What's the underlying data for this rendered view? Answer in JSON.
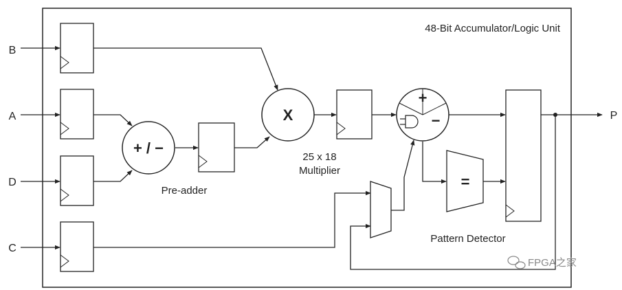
{
  "title": "48-Bit Accumulator/Logic Unit",
  "inputs": {
    "b": "B",
    "a": "A",
    "d": "D",
    "c": "C"
  },
  "output": "P",
  "preadder": {
    "symbol": "+ / −",
    "label": "Pre-adder"
  },
  "multiplier": {
    "symbol": "X",
    "label_line1": "25 x 18",
    "label_line2": "Multiplier"
  },
  "alu": {
    "plus": "+",
    "minus": "−"
  },
  "pattern": {
    "symbol": "=",
    "label": "Pattern Detector"
  },
  "watermark": {
    "text": "FPGA之家",
    "icon": "wechat-icon"
  },
  "colors": {
    "stroke": "#222222",
    "background": "#ffffff",
    "watermark": "#888888"
  }
}
